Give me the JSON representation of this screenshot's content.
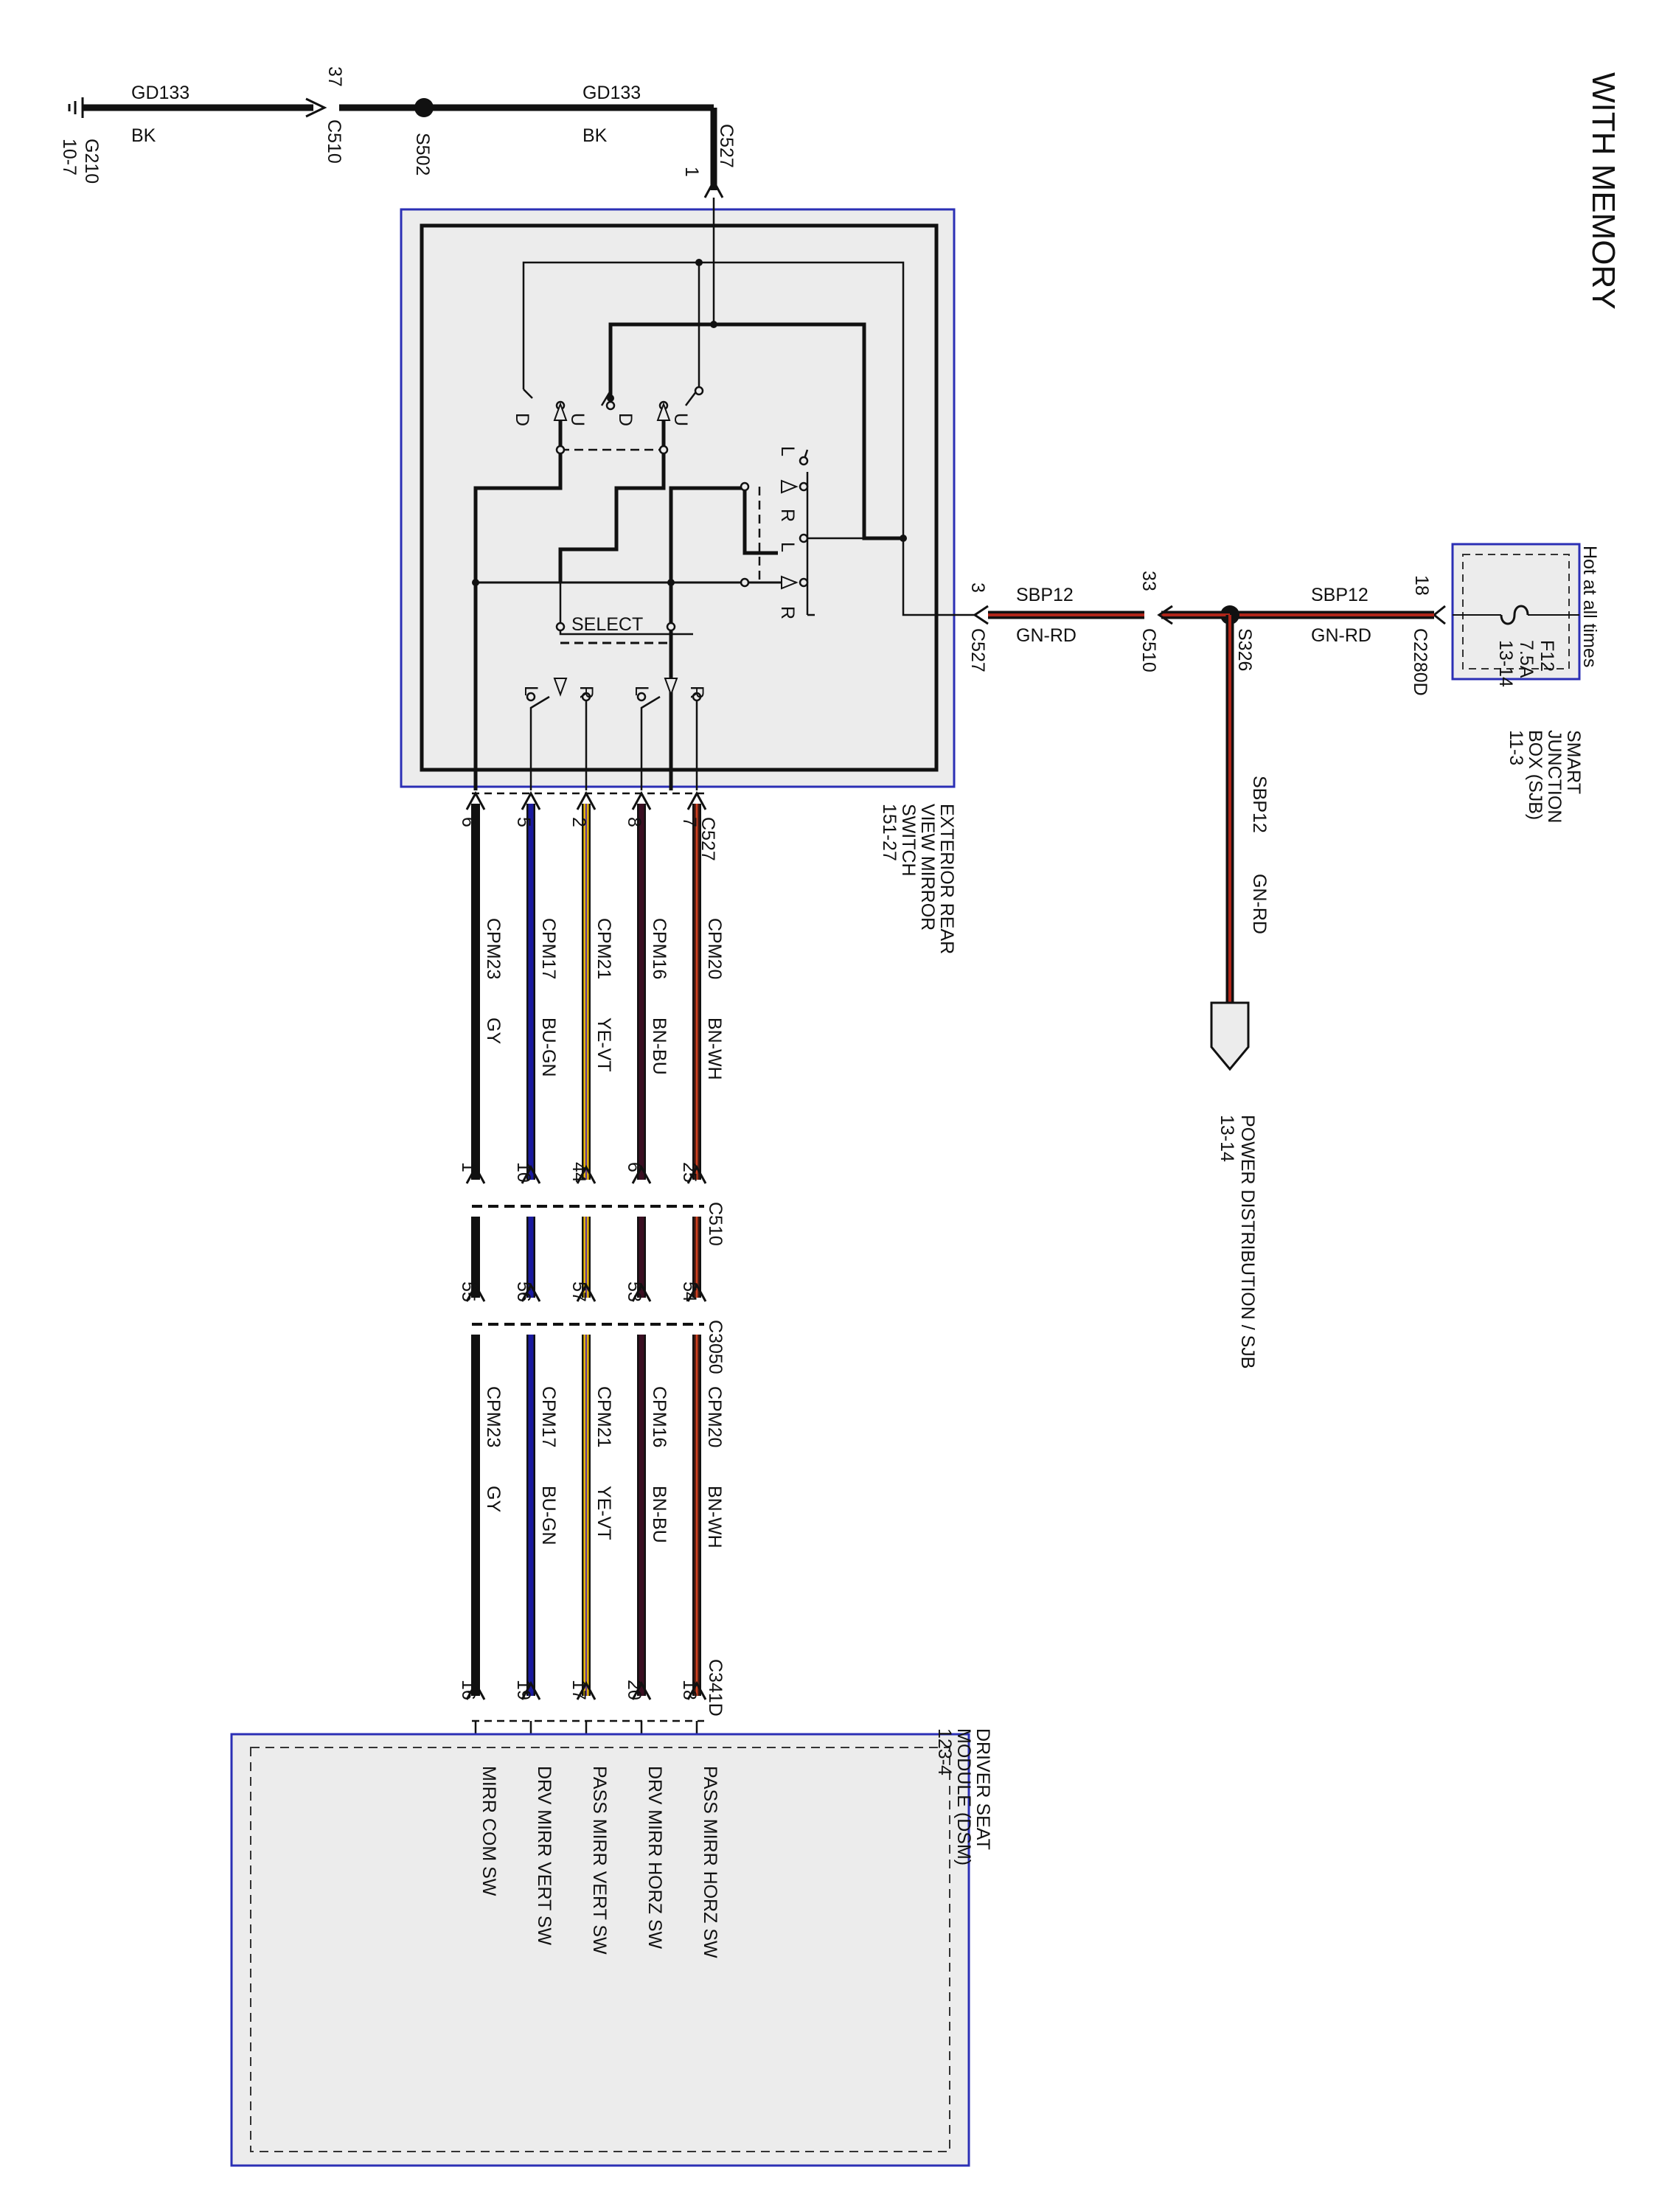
{
  "title": "WITH MEMORY",
  "ground": {
    "id": "G210",
    "ref": "10-7"
  },
  "ground_wire": {
    "left_code": "GD133",
    "left_color": "BK",
    "conn_pin": "37",
    "conn": "C510",
    "splice": "S502",
    "right_code": "GD133",
    "right_color": "BK",
    "top_conn": "C527",
    "top_pin": "1"
  },
  "sjb": {
    "hot_label": "Hot at all times",
    "fuse": "F12",
    "rating": "7.5A",
    "ref": "13-14",
    "name1": "SMART",
    "name2": "JUNCTION",
    "name3": "BOX (SJB)",
    "name_ref": "11-3"
  },
  "feed": {
    "w1_code": "SBP12",
    "w1_color": "GN-RD",
    "w1_pin": "18",
    "w1_conn": "C2280D",
    "splice": "S326",
    "w2_code": "SBP12",
    "w2_color": "GN-RD",
    "w2_pin": "33",
    "w2_conn": "C510",
    "w3_pin": "3",
    "w3_conn": "C527",
    "branch_code": "SBP12",
    "branch_color": "GN-RD",
    "dest1": "POWER DISTRIBUTION / SJB",
    "dest2": "13-14"
  },
  "mirror_switch": {
    "name1": "EXTERIOR REAR",
    "name2": "VIEW MIRROR",
    "name3": "SWITCH",
    "ref": "151-27",
    "conn": "C527",
    "select": "SELECT",
    "lbl_D": "D",
    "lbl_U": "U",
    "lbl_L": "L",
    "lbl_R": "R"
  },
  "connectors": {
    "c510": "C510",
    "c3050": "C3050",
    "c341d": "C341D"
  },
  "circuits": [
    {
      "c527_pin": "7",
      "code": "CPM20",
      "color": "BN-WH",
      "c510_pin": "25",
      "c3050_pin": "54",
      "dsm_pin": "18",
      "func": "PASS MIRR HORZ SW",
      "hex1": "#4a1c12",
      "hex2": "#d04020"
    },
    {
      "c527_pin": "8",
      "code": "CPM16",
      "color": "BN-BU",
      "c510_pin": "6",
      "c3050_pin": "53",
      "dsm_pin": "20",
      "func": "DRV MIRR HORZ SW",
      "hex1": "#3a0f22",
      "hex2": "#3a0f22"
    },
    {
      "c527_pin": "2",
      "code": "CPM21",
      "color": "YE-VT",
      "c510_pin": "44",
      "c3050_pin": "57",
      "dsm_pin": "17",
      "func": "PASS MIRR VERT SW",
      "hex1": "#f3c400",
      "hex2": "#6a3d8a"
    },
    {
      "c527_pin": "5",
      "code": "CPM17",
      "color": "BU-GN",
      "c510_pin": "10",
      "c3050_pin": "56",
      "dsm_pin": "19",
      "func": "DRV MIRR VERT SW",
      "hex1": "#1a1a9e",
      "hex2": "#1a1a9e"
    },
    {
      "c527_pin": "6",
      "code": "CPM23",
      "color": "GY",
      "c510_pin": "1",
      "c3050_pin": "55",
      "dsm_pin": "16",
      "func": "MIRR COM SW",
      "hex1": "#111111",
      "hex2": "#111111"
    }
  ],
  "dsm": {
    "name1": "DRIVER SEAT",
    "name2": "MODULE (DSM)",
    "ref": "123-4"
  },
  "colors": {
    "box_blue": "#2b2fb5",
    "box_fill": "#ececec",
    "feed_red": "#b0261a",
    "wire_dark": "#111111"
  }
}
